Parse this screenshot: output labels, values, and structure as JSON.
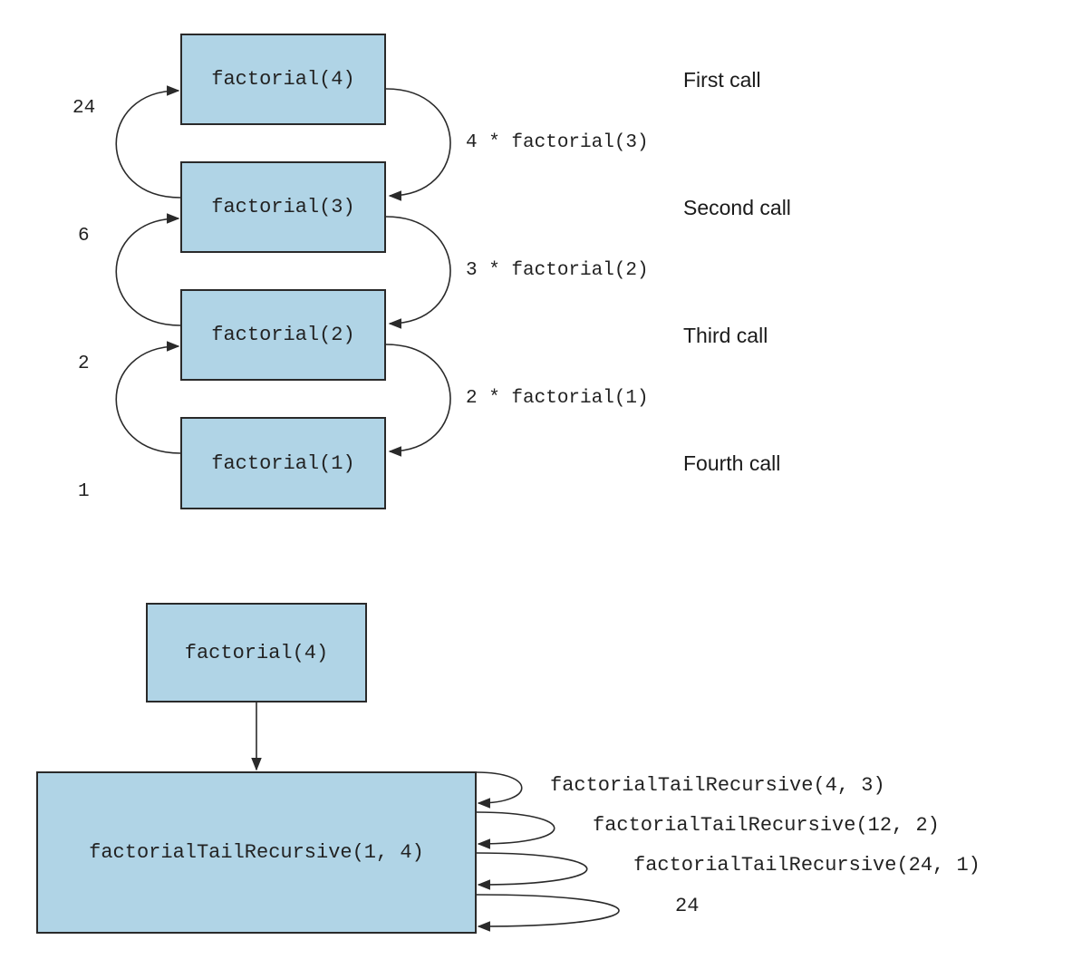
{
  "colors": {
    "box_fill": "#b0d4e6",
    "stroke": "#2a2a2a"
  },
  "recursive": {
    "calls": [
      {
        "label": "factorial(4)",
        "step": "First call",
        "returns": "24",
        "next": "4 * factorial(3)"
      },
      {
        "label": "factorial(3)",
        "step": "Second call",
        "returns": "6",
        "next": "3 * factorial(2)"
      },
      {
        "label": "factorial(2)",
        "step": "Third call",
        "returns": "2",
        "next": "2 * factorial(1)"
      },
      {
        "label": "factorial(1)",
        "step": "Fourth call",
        "returns": "1"
      }
    ]
  },
  "tail": {
    "entry": "factorial(4)",
    "main": "factorialTailRecursive(1, 4)",
    "loops": [
      "factorialTailRecursive(4, 3)",
      "factorialTailRecursive(12, 2)",
      "factorialTailRecursive(24, 1)",
      "24"
    ]
  }
}
